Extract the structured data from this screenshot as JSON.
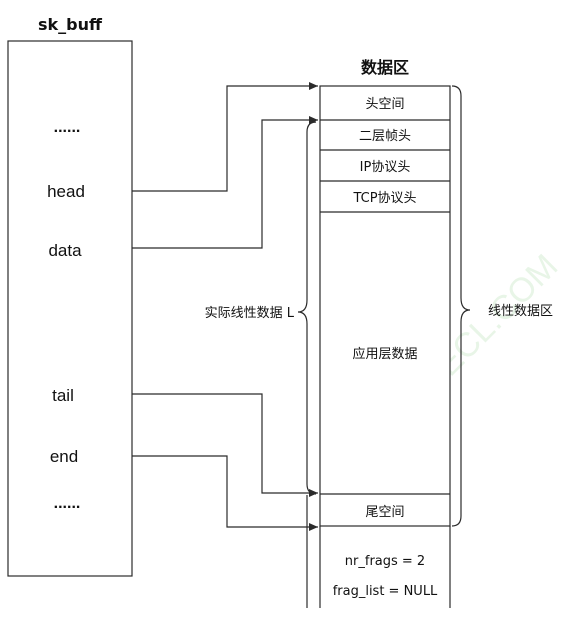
{
  "sk_buff": {
    "title": "sk_buff",
    "dots_top": "......",
    "head": "head",
    "data": "data",
    "tail": "tail",
    "end": "end",
    "dots_bottom": "......"
  },
  "data_area": {
    "title": "数据区",
    "headroom": "头空间",
    "l2_header": "二层帧头",
    "ip_header": "IP协议头",
    "tcp_header": "TCP协议头",
    "app_data": "应用层数据",
    "tailroom": "尾空间"
  },
  "shared_info": {
    "nr_frags": "nr_frags = 2",
    "frag_list": "frag_list = NULL"
  },
  "labels": {
    "actual_linear": "实际线性数据 L",
    "linear_area": "线性数据区"
  },
  "watermark": "COYECL.COM",
  "colors": {
    "background": "#f6f6f6",
    "line": "#2b2b2b",
    "watermark": "#dff1dd"
  }
}
